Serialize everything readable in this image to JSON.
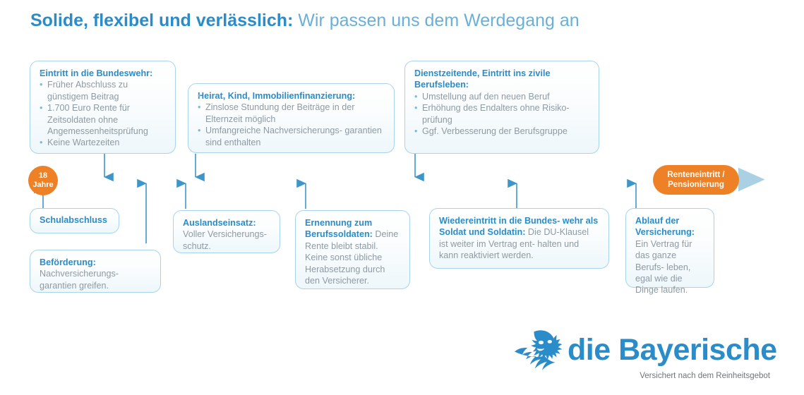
{
  "title": {
    "strong": "Solide, flexibel und verlässlich:",
    "rest": " Wir passen uns dem Werdegang an"
  },
  "colors": {
    "accent_blue": "#2A8CC8",
    "light_blue": "#6BAFD6",
    "box_border": "#A8D4EA",
    "body_text": "#8E9AA3",
    "orange": "#EE8026",
    "timeline": "#2C8FC6"
  },
  "timeline": {
    "start_marker": {
      "line1": "18",
      "line2": "Jahre"
    },
    "end_marker": {
      "line1": "Renteneintritt /",
      "line2": "Pensionierung"
    }
  },
  "top_boxes": [
    {
      "heading": "Eintritt in die Bundeswehr:",
      "bullets": [
        "Früher Abschluss zu günstigem Beitrag",
        "1.700 Euro Rente für Zeitsoldaten ohne Angemessenheitsprüfung",
        "Keine Wartezeiten"
      ]
    },
    {
      "heading": "Heirat, Kind, Immobilienfinanzierung:",
      "bullets": [
        "Zinslose Stundung der Beiträge in der Elternzeit möglich",
        "Umfangreiche Nachversicherungs- garantien sind enthalten"
      ]
    },
    {
      "heading": "Dienstzeitende, Eintritt ins zivile Berufsleben:",
      "bullets": [
        "Umstellung auf den neuen Beruf",
        "Erhöhung des Endalters ohne Risiko- prüfung",
        "Ggf. Verbesserung der Berufsgruppe"
      ]
    }
  ],
  "bottom_boxes": [
    {
      "heading": "Schulabschluss",
      "body": ""
    },
    {
      "heading": "Beförderung:",
      "body": "Nachversicherungs- garantien greifen."
    },
    {
      "heading": "Auslandseinsatz:",
      "body": "Voller Versicherungs- schutz."
    },
    {
      "heading": "Ernennung zum Berufssoldaten:",
      "body": " Deine Rente bleibt stabil. Keine sonst übliche Herabsetzung durch den Versicherer."
    },
    {
      "heading": "Wiedereintritt in die Bundes- wehr als Soldat und Soldatin:",
      "body": " Die DU-Klausel ist weiter im Vertrag ent- halten und kann reaktiviert werden."
    },
    {
      "heading": "Ablauf der Versicherung:",
      "body": "Ein Vertrag für das ganze Berufs- leben, egal wie die Dinge laufen."
    }
  ],
  "logo": {
    "name": "die Bayerische",
    "tagline": "Versichert nach dem Reinheitsgebot",
    "icon": "lion-head-icon"
  }
}
